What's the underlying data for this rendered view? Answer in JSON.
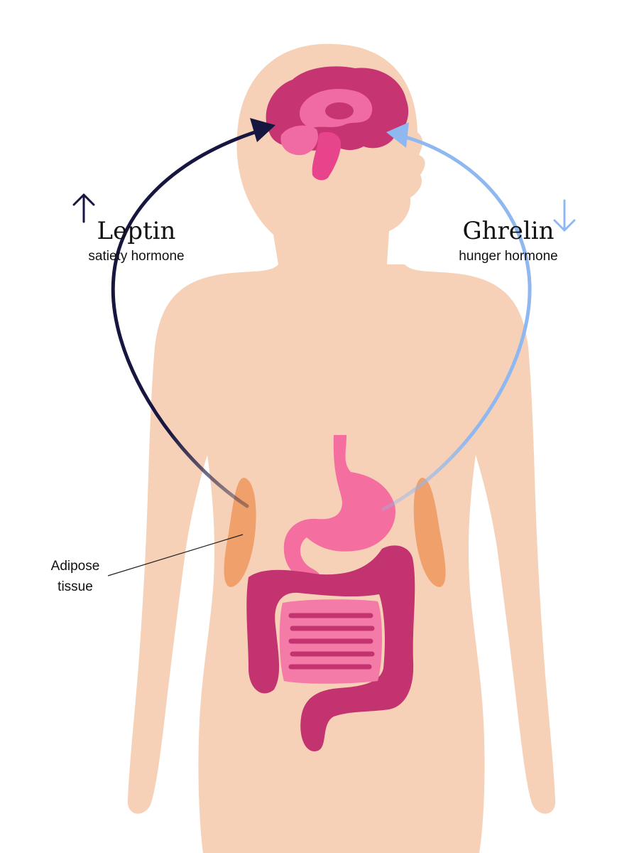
{
  "colors": {
    "background": "#ffffff",
    "body_skin": "#f6d1b8",
    "brain_dark": "#c73472",
    "brain_light": "#f06aa3",
    "brain_stem": "#e8448c",
    "stomach": "#f46e9f",
    "intestine_dark": "#c2336f",
    "intestine_light": "#f47aa8",
    "adipose": "#f0a06a",
    "leptin_arrow": "#161640",
    "ghrelin_arrow": "#8fb8f0",
    "text": "#111111"
  },
  "leptin": {
    "name": "Leptin",
    "description": "satiety hormone",
    "trend_icon": "arrow-up-icon"
  },
  "ghrelin": {
    "name": "Ghrelin",
    "description": "hunger hormone",
    "trend_icon": "arrow-down-icon"
  },
  "callout": {
    "line1": "Adipose",
    "line2": "tissue"
  }
}
